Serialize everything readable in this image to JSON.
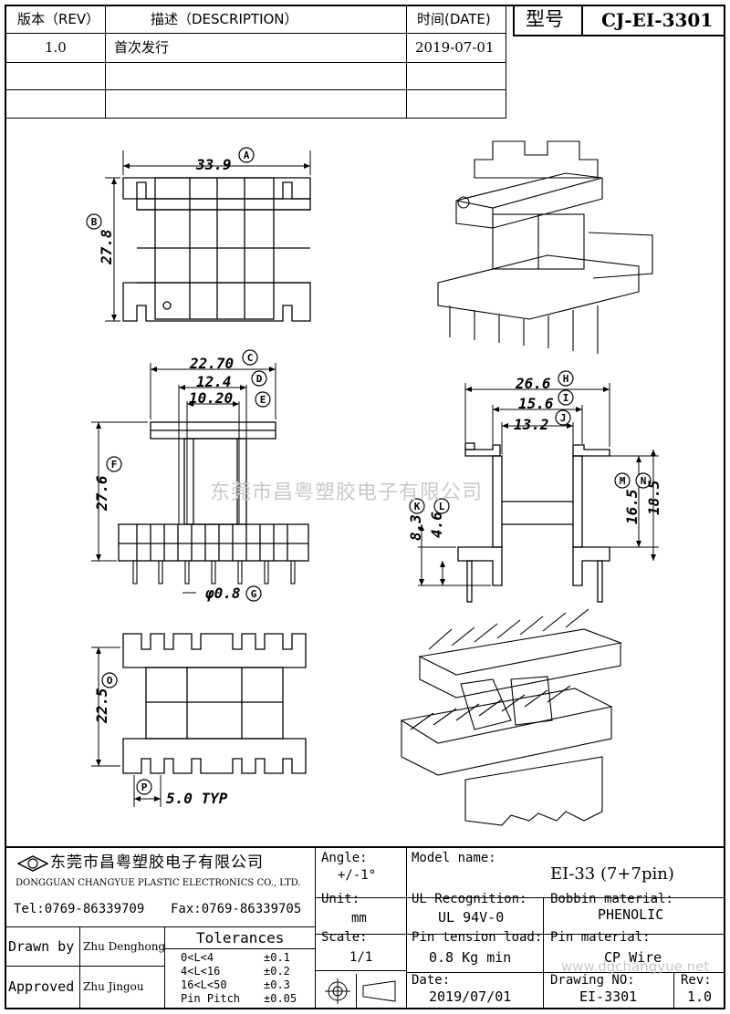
{
  "revision_table": {
    "headers": {
      "rev": "版本（REV）",
      "desc": "描述（DESCRIPTION）",
      "date": "时间(DATE)"
    },
    "rows": [
      {
        "rev": "1.0",
        "desc": "首次发行",
        "date": "2019-07-01"
      },
      {
        "rev": "",
        "desc": "",
        "date": ""
      },
      {
        "rev": "",
        "desc": "",
        "date": ""
      }
    ]
  },
  "model_box": {
    "label": "型号",
    "value": "CJ-EI-3301"
  },
  "watermark": "东莞市昌粤塑胶电子有限公司",
  "dimensions": {
    "A": {
      "label": "A",
      "value": "33.9"
    },
    "B": {
      "label": "B",
      "value": "27.8"
    },
    "C": {
      "label": "C",
      "value": "22.70"
    },
    "D": {
      "label": "D",
      "value": "12.4"
    },
    "E": {
      "label": "E",
      "value": "10.20"
    },
    "F": {
      "label": "F",
      "value": "27.6"
    },
    "G": {
      "label": "G",
      "value": "φ0.8"
    },
    "H": {
      "label": "H",
      "value": "26.6"
    },
    "I": {
      "label": "I",
      "value": "15.6"
    },
    "J": {
      "label": "J",
      "value": "13.2"
    },
    "K": {
      "label": "K",
      "value": "8.3"
    },
    "L": {
      "label": "L",
      "value": "4.6"
    },
    "M": {
      "label": "M",
      "value": "16.5"
    },
    "N": {
      "label": "N",
      "value": "18.5"
    },
    "O": {
      "label": "O",
      "value": "22.5"
    },
    "P": {
      "label": "P",
      "value": "5.0 TYP"
    }
  },
  "title_block": {
    "company_cn": "东莞市昌粤塑胶电子有限公司",
    "company_en": "DONGGUAN CHANGYUE PLASTIC ELECTRONICS CO., LTD.",
    "tel": "Tel:0769-86339709",
    "fax": "Fax:0769-86339705",
    "angle_label": "Angle:",
    "angle_value": "+/-1°",
    "unit_label": "Unit:",
    "unit_value": "mm",
    "scale_label": "Scale:",
    "scale_value": "1/1",
    "model_name_label": "Model name:",
    "model_name_value": "EI-33 (7+7pin)",
    "ul_label": "UL Recognition:",
    "ul_value": "UL 94V-0",
    "bobbin_label": "Bobbin material:",
    "bobbin_value": "PHENOLIC",
    "pin_tension_label": "Pin tension load:",
    "pin_tension_value": "0.8 Kg min",
    "pin_material_label": "Pin material:",
    "pin_material_value": "CP Wire",
    "date_label": "Date:",
    "date_value": "2019/07/01",
    "drawing_no_label": "Drawing NO:",
    "drawing_no_value": "EI-3301",
    "rev_label": "Rev:",
    "rev_value": "1.0",
    "drawn_by_label": "Drawn by",
    "drawn_by_value": "Zhu Denghong",
    "approved_label": "Approved",
    "approved_value": "Zhu   Jingou",
    "tolerances_label": "Tolerances",
    "tolerances": [
      {
        "range": "0<L<4",
        "tol": "±0.1"
      },
      {
        "range": "4<L<16",
        "tol": "±0.2"
      },
      {
        "range": "16<L<50",
        "tol": "±0.3"
      },
      {
        "range": "Pin Pitch",
        "tol": "±0.05"
      }
    ],
    "watermark_url": "www.dgchangyue.net"
  }
}
